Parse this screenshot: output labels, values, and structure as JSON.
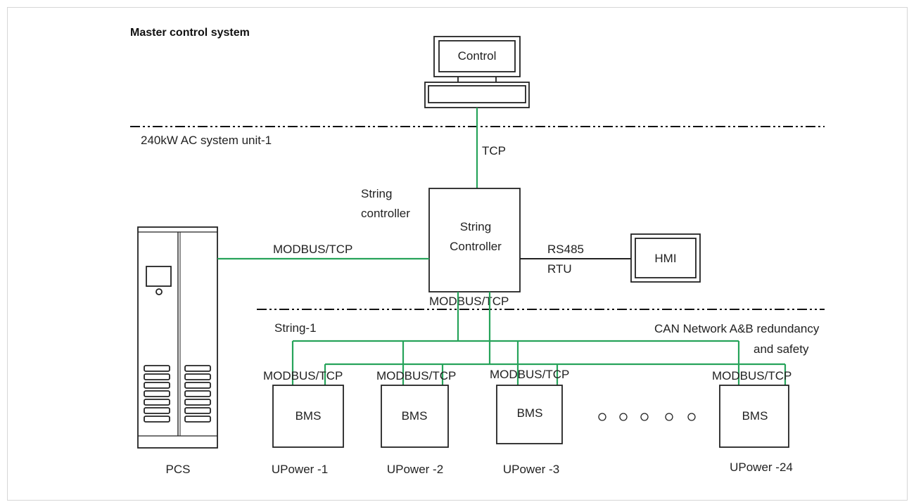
{
  "title": "Master control system",
  "zone_label": "240kW AC system unit-1",
  "control_label": "Control",
  "tcp_label": "TCP",
  "string_controller_caption": [
    "String",
    "controller"
  ],
  "string_controller_box": [
    "String",
    "Controller"
  ],
  "rs485_label": [
    "RS485",
    "RTU"
  ],
  "hmi_label": "HMI",
  "pcs_modbus_label": "MODBUS/TCP",
  "controller_modbus_label": "MODBUS/TCP",
  "string_label": "String-1",
  "can_label": [
    "CAN Network A&B redundancy",
    "and safety"
  ],
  "pcs_label": "PCS",
  "ellipsis_count": 5,
  "bms_units": [
    {
      "box": "BMS",
      "protocol": "MODBUS/TCP",
      "name": "UPower -1"
    },
    {
      "box": "BMS",
      "protocol": "MODBUS/TCP",
      "name": "UPower -2"
    },
    {
      "box": "BMS",
      "protocol": "MODBUS/TCP",
      "name": "UPower -3"
    },
    {
      "box": "BMS",
      "protocol": "MODBUS/TCP",
      "name": "UPower -24"
    }
  ],
  "colors": {
    "link": "#26a35a",
    "line": "#222222"
  }
}
